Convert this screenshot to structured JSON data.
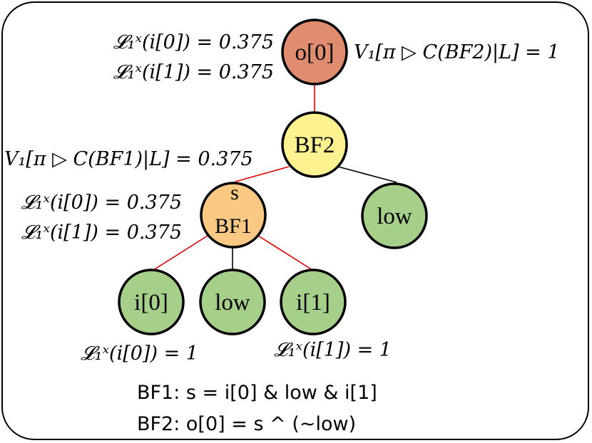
{
  "colors": {
    "root": "#e08c6e",
    "bf2": "#fdf28f",
    "bf1": "#f9c983",
    "leaf": "#a6cf8a",
    "edge_active": "#e00000",
    "edge_inactive": "#000000"
  },
  "nodes": {
    "o0": "o[0]",
    "bf2": "BF2",
    "bf1_top": "s",
    "bf1_bottom": "BF1",
    "low_right": "low",
    "i0": "i[0]",
    "low_mid": "low",
    "i1": "i[1]"
  },
  "annotations": {
    "root_left_1": "𝓛₁ˣ(i[0]) = 0.375",
    "root_left_2": "𝓛₁ˣ(i[1]) = 0.375",
    "root_right": "V₁[π ▷ C(BF2)|L] = 1",
    "bf2_left": "V₁[π ▷ C(BF1)|L] = 0.375",
    "bf1_left_1": "𝓛₁ˣ(i[0]) = 0.375",
    "bf1_left_2": "𝓛₁ˣ(i[1]) = 0.375",
    "i0_below": "𝓛₁ˣ(i[0]) = 1",
    "i1_below": "𝓛₁ˣ(i[1]) = 1"
  },
  "definitions": {
    "bf1": "BF1: s = i[0] & low & i[1]",
    "bf2": "BF2: o[0] = s ^ (~low)"
  }
}
